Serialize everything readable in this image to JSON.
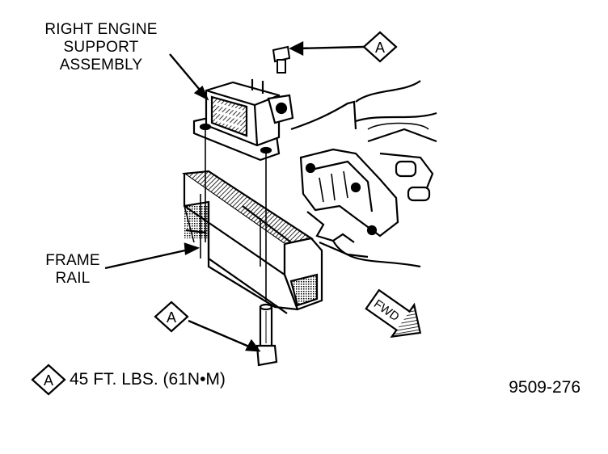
{
  "labels": {
    "engine_support": [
      "RIGHT ENGINE",
      "SUPPORT",
      "ASSEMBLY"
    ],
    "frame_rail": [
      "FRAME",
      "RAIL"
    ]
  },
  "callout_letter": "A",
  "fwd_label": "FWD",
  "legend": {
    "letter": "A",
    "torque_spec": "45 FT. LBS. (61N•M)"
  },
  "figure_number": "9509-276"
}
